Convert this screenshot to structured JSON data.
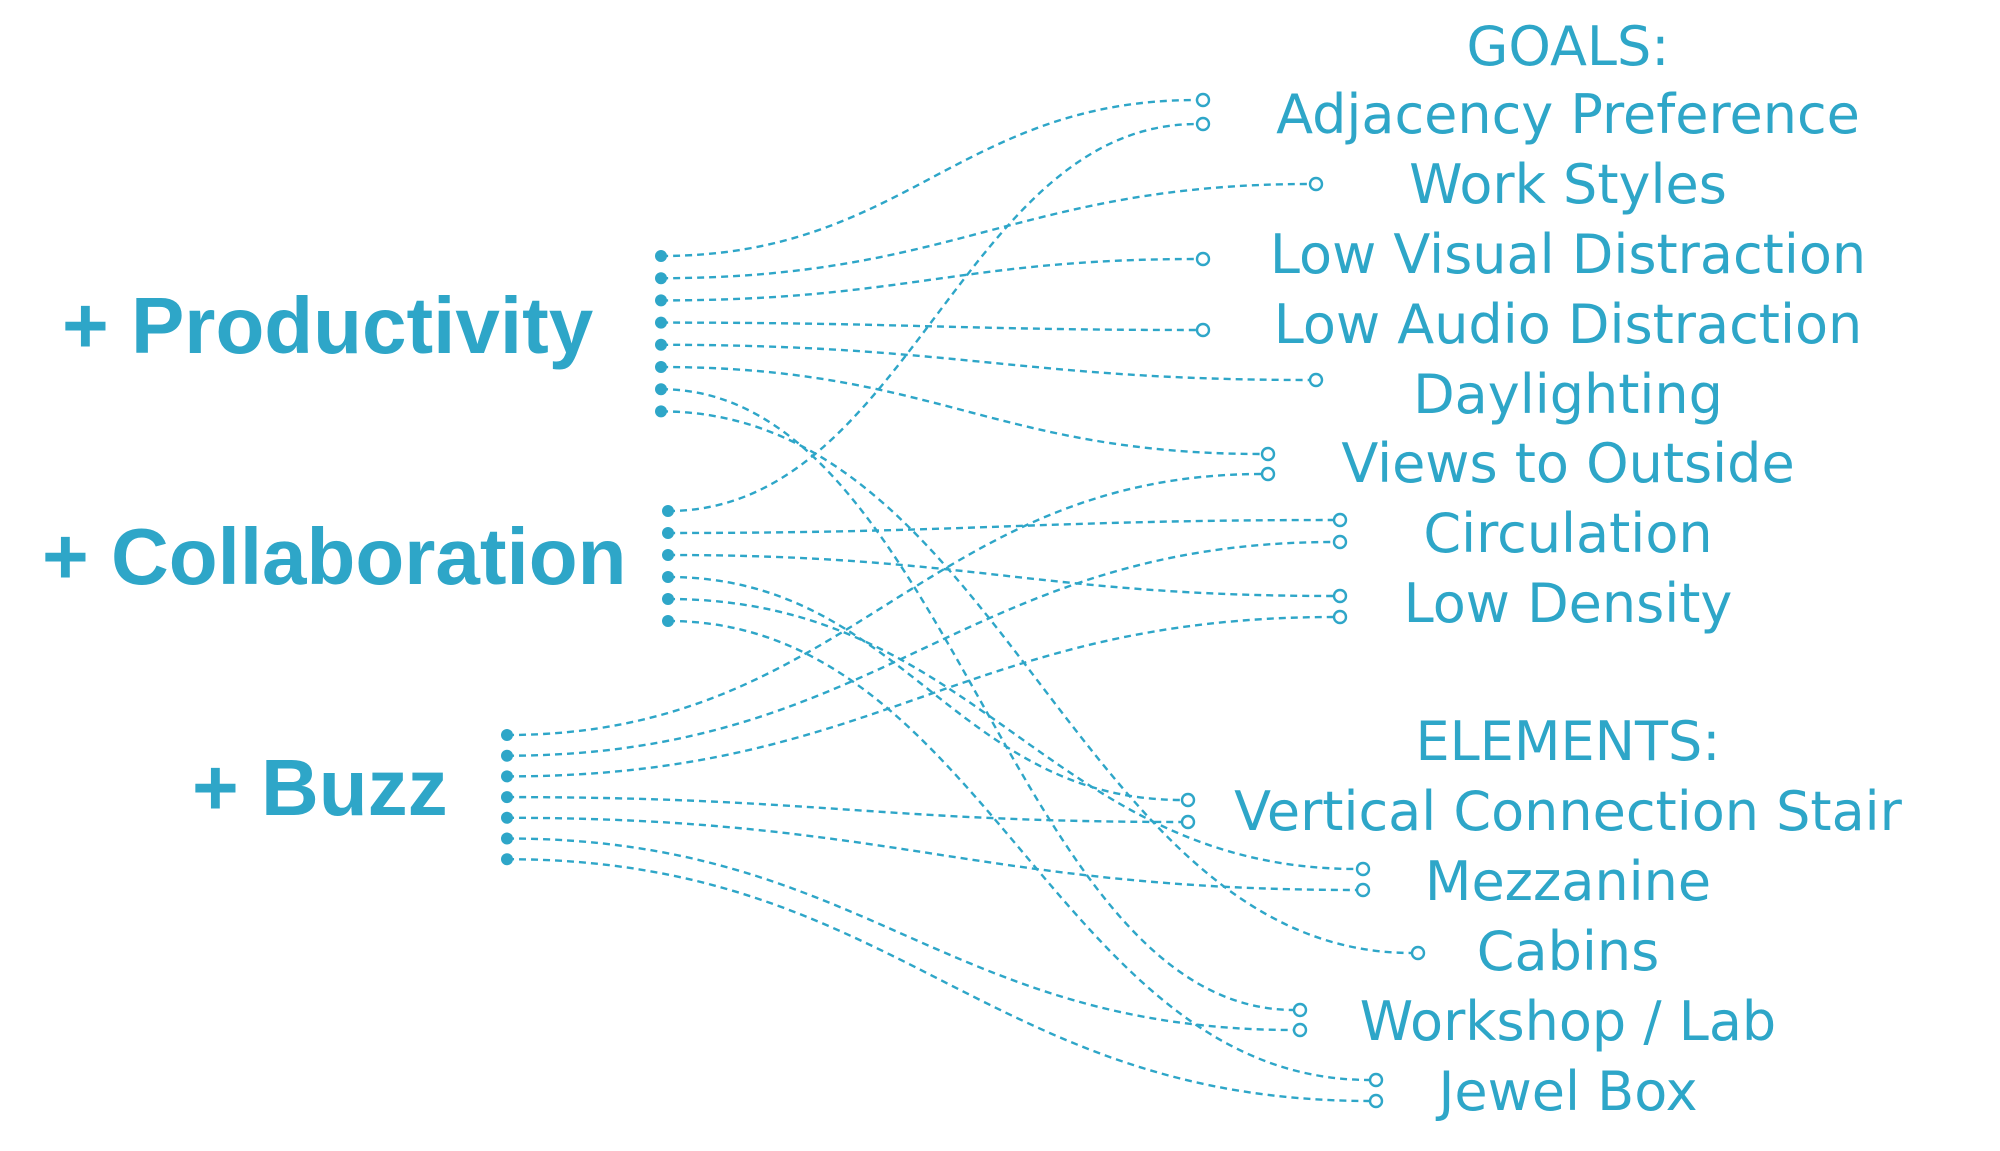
{
  "colors": {
    "accent": "#2ea6c8"
  },
  "diagram": {
    "goals_heading": "GOALS:",
    "elements_heading": "ELEMENTS:",
    "sources": [
      {
        "id": "productivity",
        "label": "+ Productivity"
      },
      {
        "id": "collaboration",
        "label": "+ Collaboration"
      },
      {
        "id": "buzz",
        "label": "+ Buzz"
      }
    ],
    "goals": [
      {
        "id": "adjacency",
        "label": "Adjacency Preference"
      },
      {
        "id": "workstyles",
        "label": "Work Styles"
      },
      {
        "id": "visual",
        "label": "Low Visual Distraction"
      },
      {
        "id": "audio",
        "label": "Low Audio Distraction"
      },
      {
        "id": "daylighting",
        "label": "Daylighting"
      },
      {
        "id": "views",
        "label": "Views to Outside"
      },
      {
        "id": "circulation",
        "label": "Circulation"
      },
      {
        "id": "density",
        "label": "Low Density"
      }
    ],
    "elements": [
      {
        "id": "stair",
        "label": "Vertical Connection Stair"
      },
      {
        "id": "mezzanine",
        "label": "Mezzanine"
      },
      {
        "id": "cabins",
        "label": "Cabins"
      },
      {
        "id": "workshop",
        "label": "Workshop / Lab"
      },
      {
        "id": "jewelbox",
        "label": "Jewel Box"
      }
    ],
    "connections": [
      {
        "from": "productivity",
        "to": "adjacency"
      },
      {
        "from": "productivity",
        "to": "workstyles"
      },
      {
        "from": "productivity",
        "to": "visual"
      },
      {
        "from": "productivity",
        "to": "audio"
      },
      {
        "from": "productivity",
        "to": "daylighting"
      },
      {
        "from": "productivity",
        "to": "views"
      },
      {
        "from": "productivity",
        "to": "workshop"
      },
      {
        "from": "productivity",
        "to": "cabins"
      },
      {
        "from": "collaboration",
        "to": "adjacency"
      },
      {
        "from": "collaboration",
        "to": "circulation"
      },
      {
        "from": "collaboration",
        "to": "density"
      },
      {
        "from": "collaboration",
        "to": "stair"
      },
      {
        "from": "collaboration",
        "to": "mezzanine"
      },
      {
        "from": "collaboration",
        "to": "jewelbox"
      },
      {
        "from": "buzz",
        "to": "views"
      },
      {
        "from": "buzz",
        "to": "circulation"
      },
      {
        "from": "buzz",
        "to": "density"
      },
      {
        "from": "buzz",
        "to": "stair"
      },
      {
        "from": "buzz",
        "to": "mezzanine"
      },
      {
        "from": "buzz",
        "to": "workshop"
      },
      {
        "from": "buzz",
        "to": "jewelbox"
      }
    ]
  }
}
